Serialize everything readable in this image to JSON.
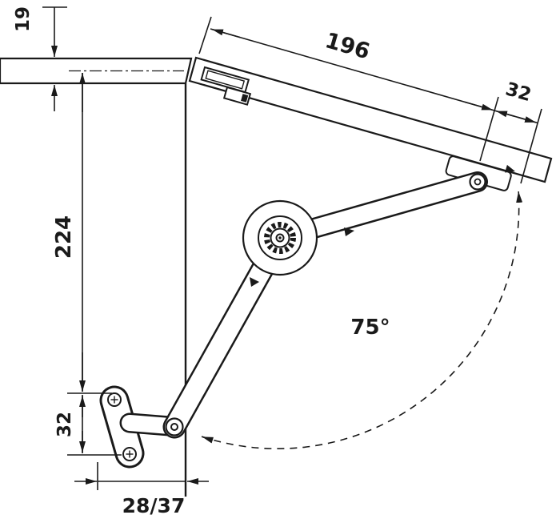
{
  "diagram": {
    "type": "technical-drawing",
    "subject": "lift-up-flap-fitting-side-view",
    "colors": {
      "line": "#1a1a1a",
      "background": "#ffffff"
    },
    "dimensions": {
      "panel_thickness": "19",
      "flap_length": "196",
      "flap_pivot_offset": "32",
      "arm_mount_height": "224",
      "bracket_hole_spacing": "32",
      "bracket_depth_offset": "28/37",
      "opening_angle": "75°"
    }
  }
}
